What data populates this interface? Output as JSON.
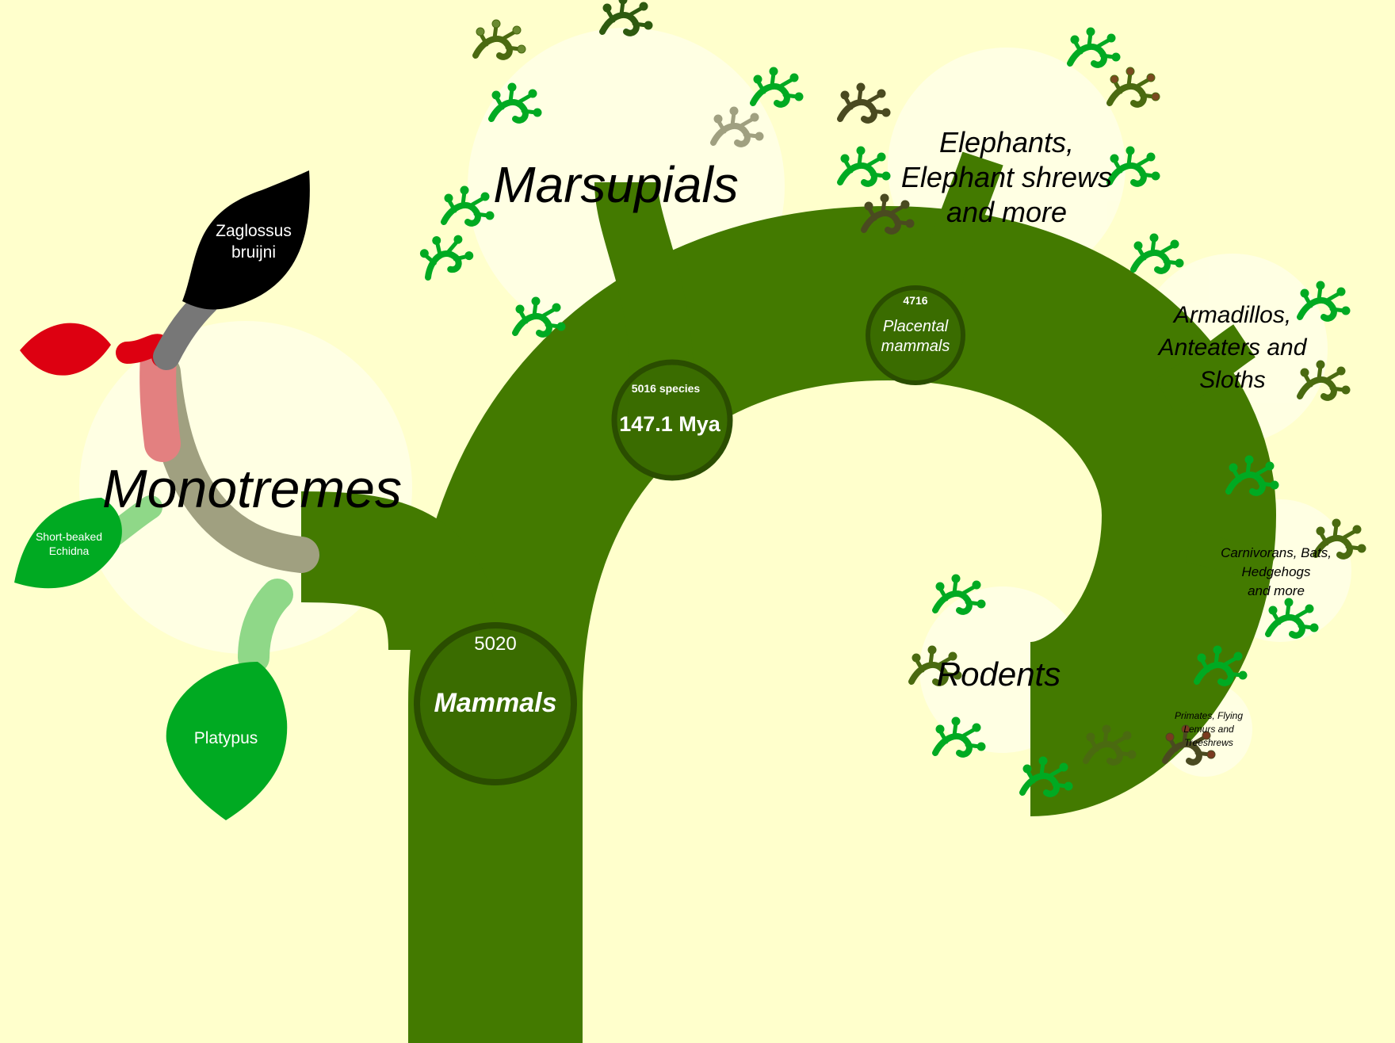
{
  "colors": {
    "background": "#ffffcc",
    "trunk": "#437a00",
    "trunk_dark": "#2f5a00",
    "halo": "#ffffe6",
    "leaf_green": "#00aa22",
    "leaf_red": "#dd0011",
    "leaf_black": "#000000",
    "grey_branch": "#a0a080",
    "light_branch": "#8fd888"
  },
  "root": {
    "count": "5020",
    "name": "Mammals"
  },
  "marsupial_node": {
    "species": "5016 species",
    "age": "147.1 Mya"
  },
  "placental_node": {
    "count": "4716",
    "name_line1": "Placental",
    "name_line2": "mammals"
  },
  "groups": {
    "monotremes": "Monotremes",
    "marsupials": "Marsupials",
    "elephants": [
      "Elephants,",
      "Elephant shrews",
      "and more"
    ],
    "armadillos": [
      "Armadillos,",
      "Anteaters and",
      "Sloths"
    ],
    "carnivorans": [
      "Carnivorans, Bats,",
      "Hedgehogs",
      "and more"
    ],
    "rodents": "Rodents",
    "primates": [
      "Primates, Flying",
      "Lemurs and",
      "Treeshrews"
    ]
  },
  "leaves": {
    "zaglossus": [
      "Zaglossus",
      "bruijni"
    ],
    "echidna": [
      "Short-beaked",
      "Echidna"
    ],
    "platypus": "Platypus"
  }
}
